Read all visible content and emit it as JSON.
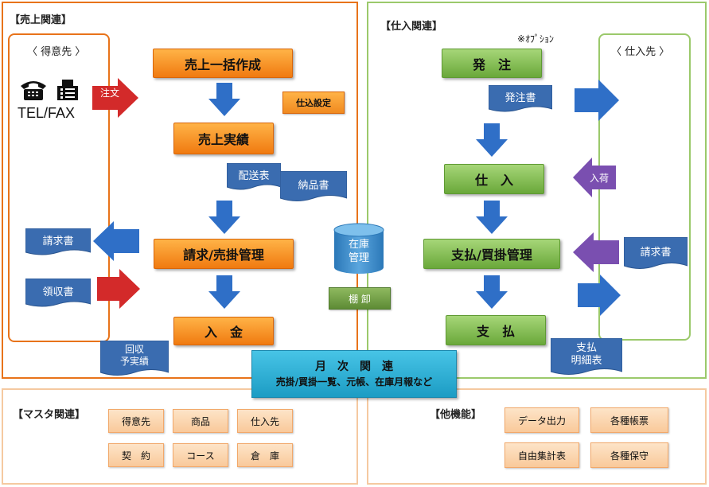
{
  "sales": {
    "title": "【売上関連】",
    "customer_panel_title": "〈 得意先 〉",
    "tel_fax": "TEL/FAX",
    "order_arrow": "注文",
    "bulk_create": "売上一括作成",
    "purchase_setting": "仕込設定",
    "results": "売上実績",
    "delivery_list": "配送表",
    "delivery_slip": "納品書",
    "billing": "請求/売掛管理",
    "invoice_doc": "請求書",
    "receipt_doc": "領収書",
    "payment_in": "入　金",
    "collection_plan": "回収\n予実績"
  },
  "inventory": {
    "label": "在庫\n管理",
    "stocktake": "棚 卸"
  },
  "purchase": {
    "title": "【仕入関連】",
    "option_note": "※ｵﾌﾟｼｮﾝ",
    "supplier_panel_title": "〈 仕入先 〉",
    "order": "発　注",
    "order_doc": "発注書",
    "receive": "仕　入",
    "arrival": "入荷",
    "payment_mgmt": "支払/買掛管理",
    "supplier_invoice": "請求書",
    "payment_out": "支　払",
    "payment_detail": "支払\n明細表"
  },
  "monthly": {
    "title": "月　次　関　連",
    "subtitle": "売掛/買掛一覧、元帳、在庫月報など"
  },
  "master": {
    "title": "【マスタ関連】",
    "items": [
      "得意先",
      "商品",
      "仕入先",
      "契　約",
      "コース",
      "倉　庫"
    ]
  },
  "other": {
    "title": "【他機能】",
    "items": [
      "データ出力",
      "各種帳票",
      "自由集計表",
      "各種保守"
    ]
  },
  "colors": {
    "sales_border": "#e8731a",
    "purchase_border": "#9bc96b",
    "master_border": "#f5c9a0",
    "arrow_blue": "#2f6fc7",
    "arrow_red": "#d32a2a",
    "arrow_purple": "#7a4fb0",
    "doc_blue": "#3a6cb0",
    "monthly_teal": "#2fb3d6"
  }
}
